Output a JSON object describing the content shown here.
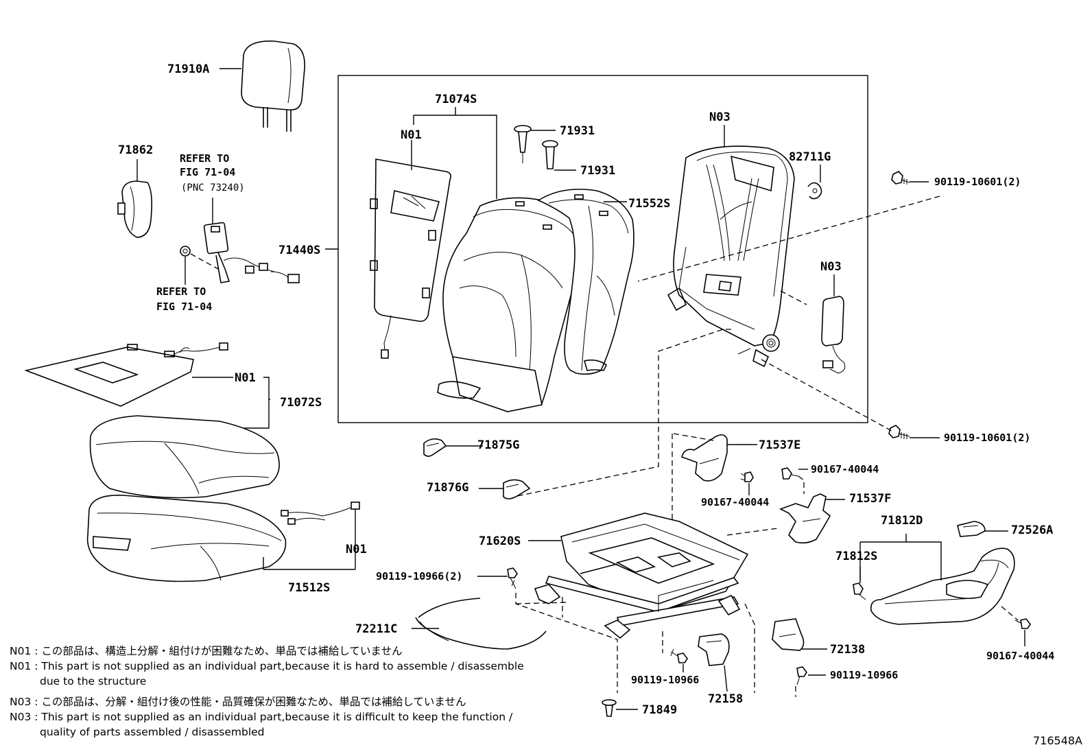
{
  "part_labels": {
    "p71910A": "71910A",
    "p71862": "71862",
    "p71074S": "71074S",
    "p71931a": "71931",
    "p71931b": "71931",
    "pN03a": "N03",
    "p82711G": "82711G",
    "p90119_10601a": "90119-10601(2)",
    "pN01a": "N01",
    "p71552S": "71552S",
    "p71440S": "71440S",
    "pN03b": "N03",
    "pN01b": "N01",
    "p71072S": "71072S",
    "p90119_10601b": "90119-10601(2)",
    "p71875G": "71875G",
    "p71537E": "71537E",
    "p90167_40044a": "90167-40044",
    "p71876G": "71876G",
    "p90167_40044b": "90167-40044",
    "p71537F": "71537F",
    "p71812D": "71812D",
    "p72526A": "72526A",
    "p71620S": "71620S",
    "p71812S": "71812S",
    "pN01c": "N01",
    "p71512S": "71512S",
    "p90119_10966a": "90119-10966(2)",
    "p72211C": "72211C",
    "p72138": "72138",
    "p90167_40044c": "90167-40044",
    "p90119_10966b": "90119-10966",
    "p90119_10966c": "90119-10966",
    "p72158": "72158",
    "p71849": "71849"
  },
  "refs": {
    "ref1_line1": "REFER TO",
    "ref1_line2": "FIG 71-04",
    "ref1_pnc": "(PNC 73240)",
    "ref2_line1": "REFER TO",
    "ref2_line2": "FIG 71-04"
  },
  "notes": {
    "n01_jp": "N01 : この部品は、構造上分解・組付けが困難なため、単品では補給していません",
    "n01_en_1": "N01 : This part is not supplied as an individual part,because it is hard to assemble / disassemble",
    "n01_en_2": "due to the structure",
    "n03_jp": "N03 : この部品は、分解・組付け後の性能・品質確保が困難なため、単品では補給していません",
    "n03_en_1": "N03 : This part is not supplied as an individual part,because it is difficult to keep the function /",
    "n03_en_2": "quality of parts assembled / disassembled"
  },
  "diagram_code": "716548A"
}
